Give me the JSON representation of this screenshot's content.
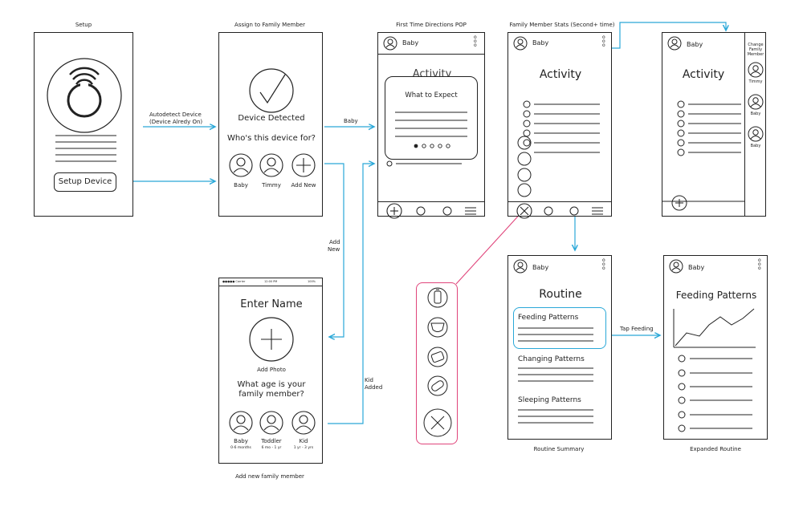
{
  "colors": {
    "flow": "#2aa8d8",
    "menu": "#e0457b",
    "ink": "#222222",
    "ring": "#2aa8d8"
  },
  "captions": {
    "setup": "Setup",
    "assign": "Assign to Family Member",
    "first_time": "First Time Directions POP",
    "stats": "Family Member Stats (Second+ time)",
    "add_new_member": "Add new family member",
    "routine_summary": "Routine Summary",
    "expanded_routine": "Expanded Routine"
  },
  "flow_labels": {
    "autodetect_line1": "Autodetect Device",
    "autodetect_line2": "(Device Alredy On)",
    "baby": "Baby",
    "add_new_line1": "Add",
    "add_new_line2": "New",
    "kid_added_line1": "Kid",
    "kid_added_line2": "Added",
    "tap_feeding": "Tap Feeding"
  },
  "setup_screen": {
    "button": "Setup Device"
  },
  "assign_screen": {
    "detected": "Device Detected",
    "question": "Who's this device for?",
    "options": [
      "Baby",
      "Timmy",
      "Add New"
    ]
  },
  "popup_screen": {
    "header_name": "Baby",
    "bg_title": "Activity",
    "popup_title": "What to Expect"
  },
  "stats_screen": {
    "header_name": "Baby",
    "title": "Activity"
  },
  "stats_side_screen": {
    "header_name": "Baby",
    "title": "Activity",
    "side_title_lines": [
      "Change",
      "Family",
      "Member"
    ],
    "members": [
      "Timmy",
      "Baby"
    ]
  },
  "enter_name_screen": {
    "status_carrier": "●●●●● Carrier",
    "status_time": "12:00 PM",
    "status_battery": "100%",
    "title": "Enter Name",
    "add_photo": "Add Photo",
    "question_line1": "What age is your",
    "question_line2": "family member?",
    "ages": [
      {
        "label": "Baby",
        "range": "0-6 months"
      },
      {
        "label": "Toddler",
        "range": "6 mo - 1 yr"
      },
      {
        "label": "Kid",
        "range": "1 yr - 3 yrs"
      }
    ]
  },
  "routine_screen": {
    "header_name": "Baby",
    "title": "Routine",
    "sections": [
      "Feeding Patterns",
      "Changing Patterns",
      "Sleeping Patterns"
    ]
  },
  "expanded_screen": {
    "header_name": "Baby",
    "title": "Feeding Patterns"
  }
}
